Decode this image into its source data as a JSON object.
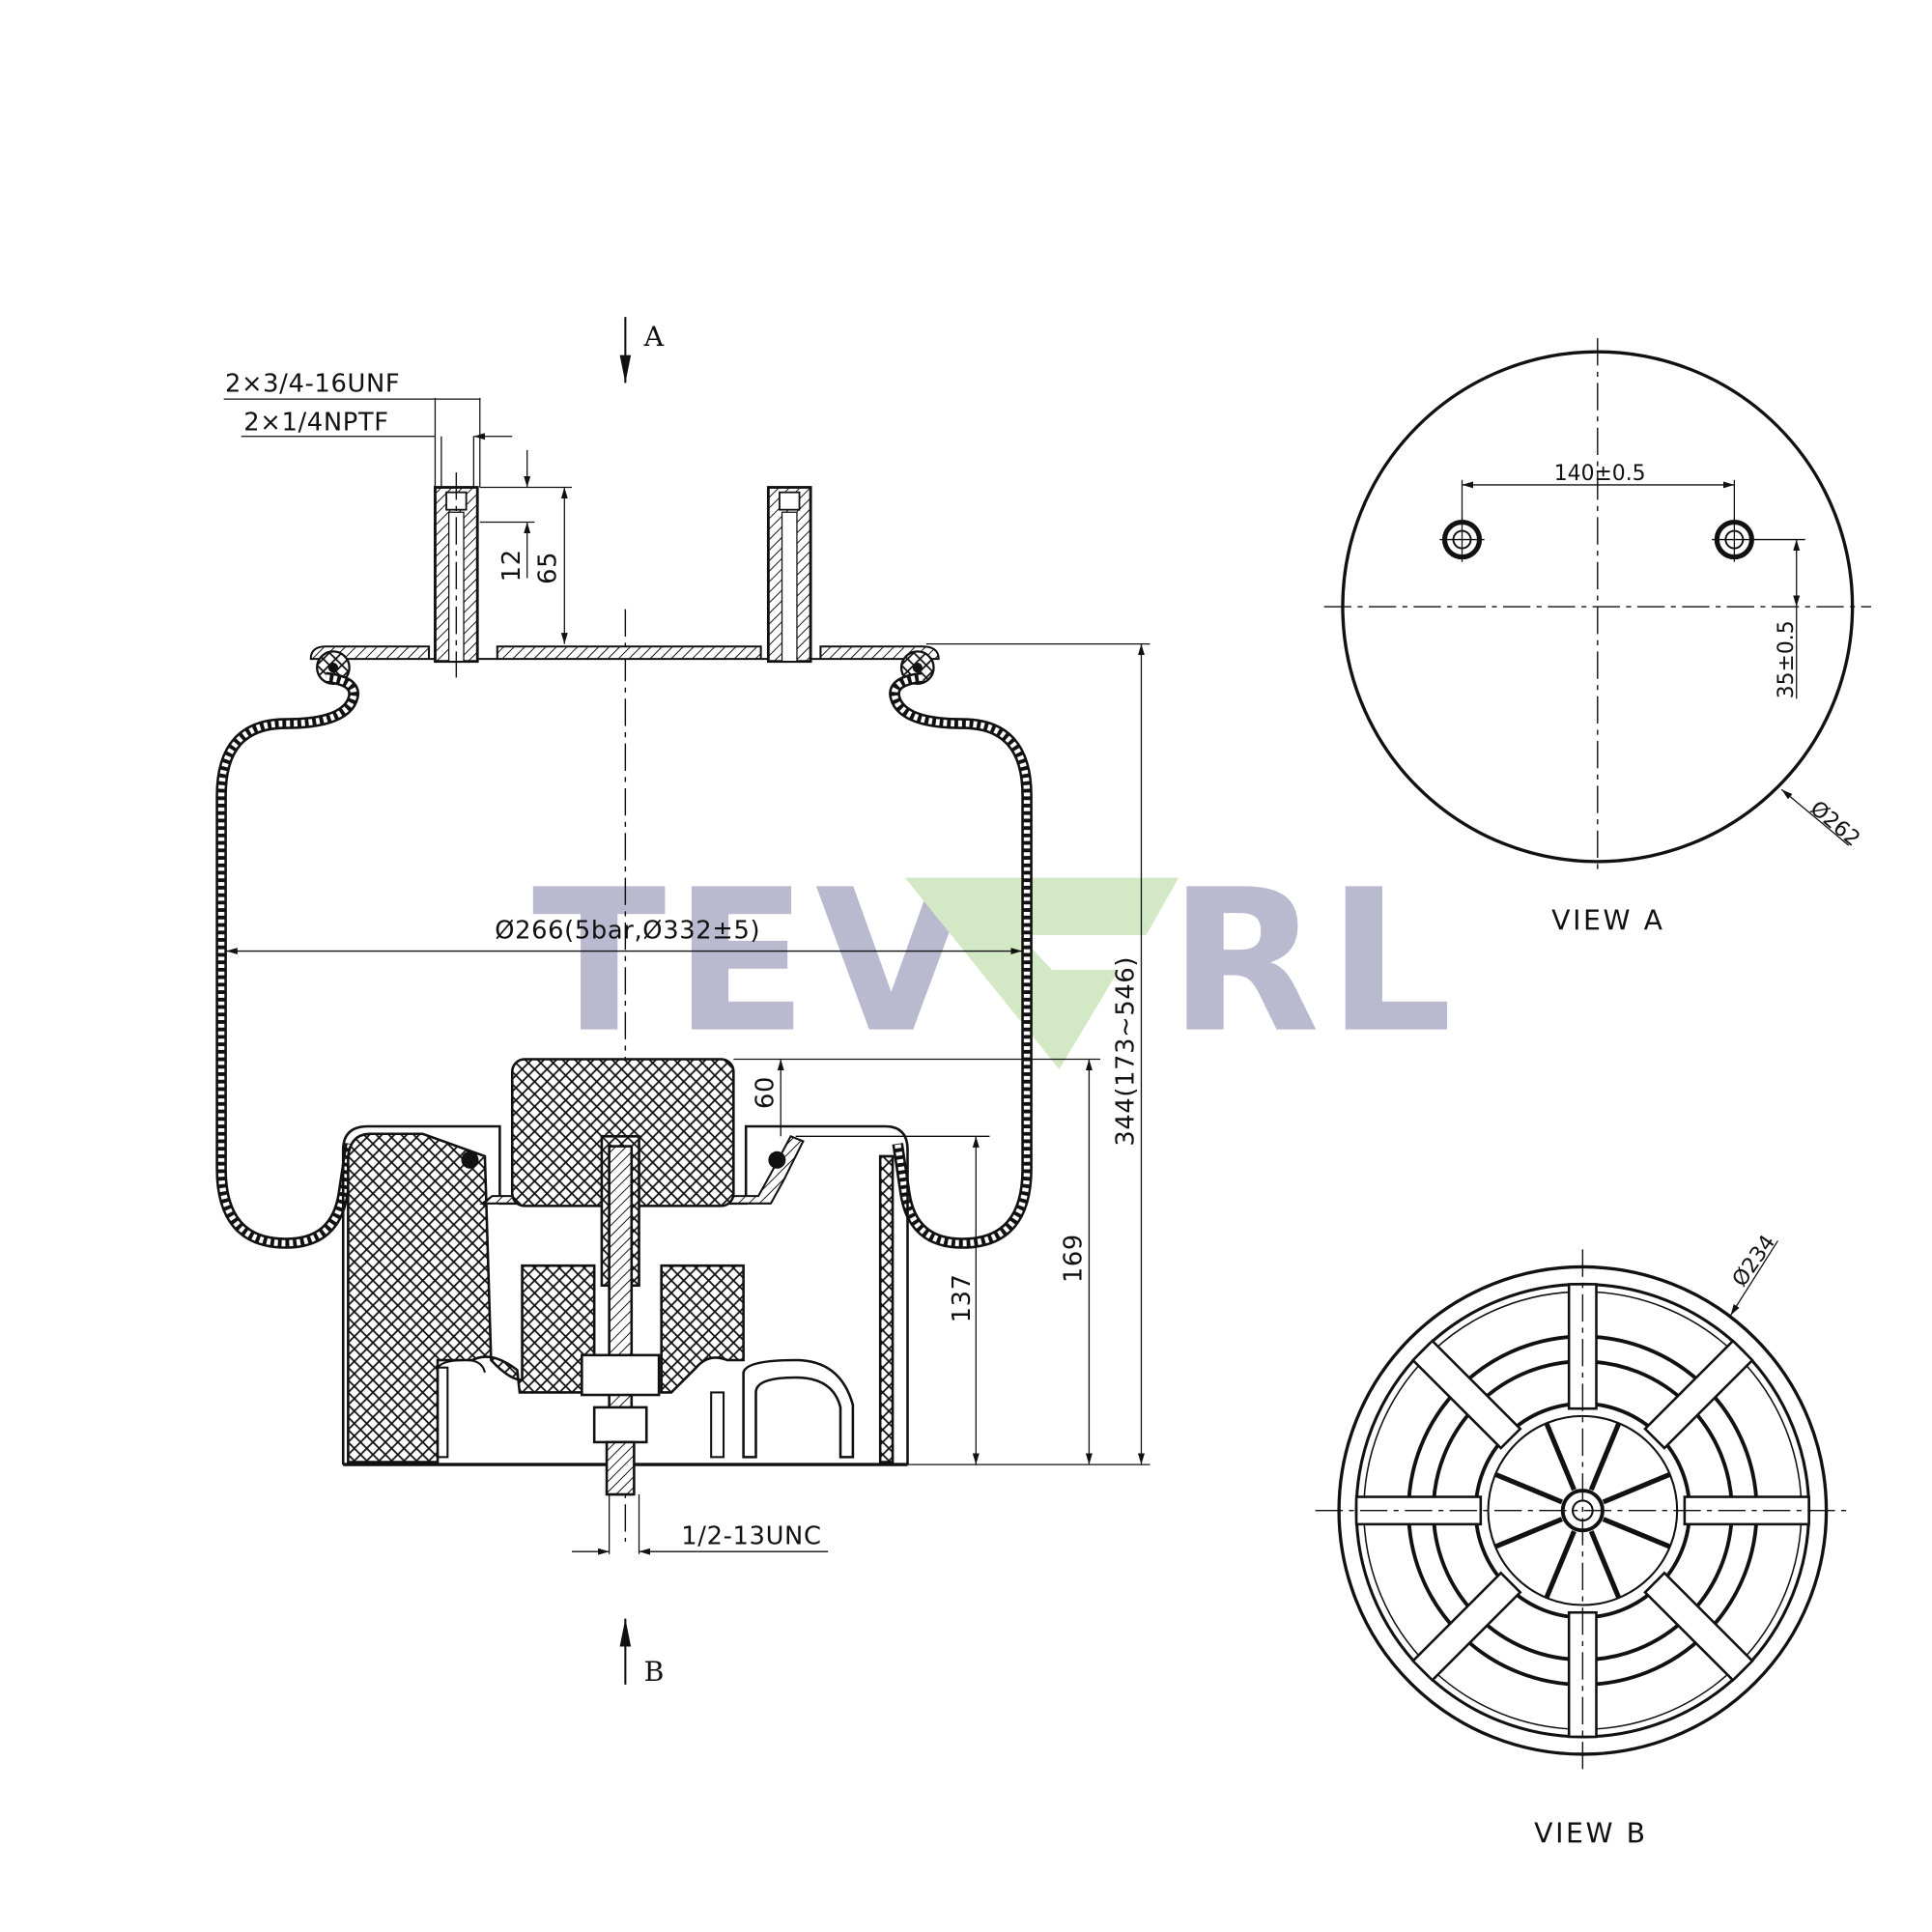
{
  "drawing": {
    "title": "Air spring assembly drawing",
    "watermark": {
      "text": "TEVERL",
      "left_letters": "TEV",
      "right_letters": "RL",
      "color_gray": "#b9b9cf",
      "color_green": "#d3e8c5"
    },
    "section_view": {
      "view_arrow_a": "A",
      "view_arrow_b": "B",
      "thread_top_stud": "2×3/4-16UNF",
      "thread_air_fitting": "2×1/4NPTF",
      "dim_thread_depth": "12",
      "dim_stud_height": "65",
      "dim_diameter": "Ø266(5bar,Ø332±5)",
      "dim_overall_height": "344(173~546)",
      "dim_bumper_height": "60",
      "dim_piston_height": "169",
      "dim_piston_lower": "137",
      "thread_bottom_stud": "1/2-13UNC"
    },
    "view_a": {
      "label": "VIEW A",
      "dim_hole_spacing": "140±0.5",
      "dim_hole_offset": "35±0.5",
      "dim_plate_diameter": "Ø262"
    },
    "view_b": {
      "label": "VIEW B",
      "dim_piston_diameter": "Ø234"
    }
  }
}
